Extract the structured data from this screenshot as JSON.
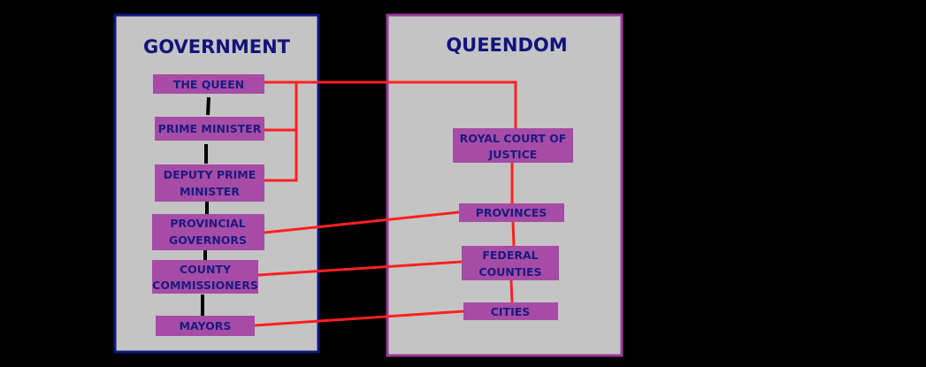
{
  "colors": {
    "background": "#000000",
    "panel_fill": "#c4c4c4",
    "government_border": "#0d1780",
    "queendom_border": "#9b3a9b",
    "node_fill": "#a64ca6",
    "node_text": "#1a1a80",
    "title_text": "#12127a",
    "red_link": "#ff2020",
    "black_link": "#000000"
  },
  "government": {
    "title": "GOVERNMENT",
    "nodes": {
      "queen": [
        "THE QUEEN"
      ],
      "prime_minister": [
        "PRIME MINISTER"
      ],
      "deputy_prime_minister": [
        "DEPUTY PRIME",
        "MINISTER"
      ],
      "provincial_governors": [
        "PROVINCIAL",
        "GOVERNORS"
      ],
      "county_commissioners": [
        "COUNTY",
        "COMMISSIONERS"
      ],
      "mayors": [
        "MAYORS"
      ]
    }
  },
  "queendom": {
    "title": "QUEENDOM",
    "nodes": {
      "royal_court": [
        "ROYAL COURT OF",
        "JUSTICE"
      ],
      "provinces": [
        "PROVINCES"
      ],
      "federal_counties": [
        "FEDERAL",
        "COUNTIES"
      ],
      "cities": [
        "CITIES"
      ]
    }
  }
}
